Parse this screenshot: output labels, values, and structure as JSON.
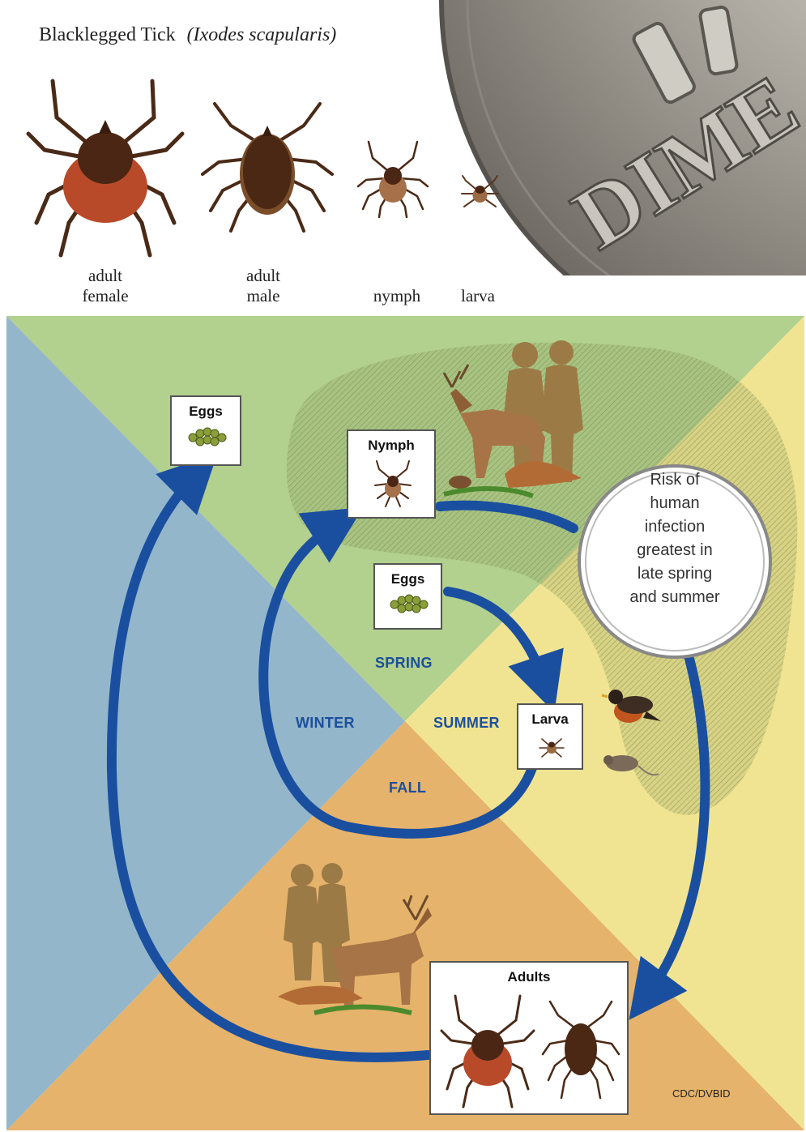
{
  "header": {
    "common_name": "Blacklegged Tick",
    "scientific_name": "(Ixodes scapularis)"
  },
  "size_comparison": {
    "labels": [
      {
        "line1": "adult",
        "line2": "female"
      },
      {
        "line1": "adult",
        "line2": "male"
      },
      {
        "line1": "nymph",
        "line2": ""
      },
      {
        "line1": "larva",
        "line2": ""
      }
    ],
    "coin_lettering": "DIME"
  },
  "lifecycle": {
    "stages": {
      "eggs_top": "Eggs",
      "nymph": "Nymph",
      "eggs_center": "Eggs",
      "larva": "Larva",
      "adults": "Adults"
    },
    "seasons": {
      "spring": "SPRING",
      "summer": "SUMMER",
      "fall": "FALL",
      "winter": "WINTER"
    },
    "risk_callout": [
      "Risk of",
      "human",
      "infection",
      "greatest in",
      "late spring",
      "and summer"
    ],
    "credit": "CDC/DVBID"
  },
  "colors": {
    "winter": "#93b6cb",
    "spring": "#b2d08e",
    "summer": "#f0e492",
    "fall": "#e5b36b",
    "arrow": "#1a4fa0",
    "risk_zone": "#7d8f55",
    "silhouette": "#9c7a45",
    "tick_body": "#5a3520",
    "tick_female_scutum": "#b84a2a"
  }
}
